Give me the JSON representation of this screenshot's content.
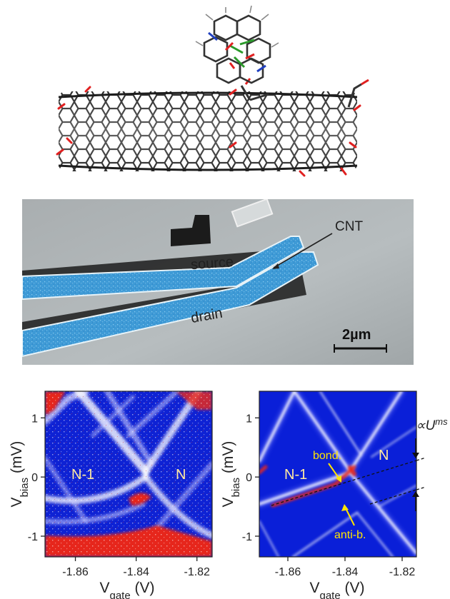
{
  "sem": {
    "cnt_label": "CNT",
    "source_label": "source",
    "drain_label": "drain",
    "scale_label": "2µm"
  },
  "plots": {
    "left": {
      "xlabel_main": "V",
      "xlabel_sub": "gate",
      "xlabel_unit": " (V)",
      "ylabel_main": "V",
      "ylabel_sub": "bias",
      "ylabel_unit": " (mV)",
      "region_left": "N-1",
      "region_right": "N"
    },
    "right": {
      "xlabel_main": "V",
      "xlabel_sub": "gate",
      "xlabel_unit": " (V)",
      "ylabel_main": "V",
      "ylabel_sub": "bias",
      "ylabel_unit": " (mV)",
      "region_left": "N-1",
      "region_right": "N",
      "annot_bonding": "bond.",
      "annot_antibonding": "anti-b.",
      "proportional_symbol": "∝U",
      "proportional_sup": "ms"
    }
  },
  "chart_data": {
    "type": "heatmap",
    "x_range": [
      -1.87,
      -1.815
    ],
    "y_range": [
      -1.35,
      1.45
    ],
    "x_ticks": [
      "-1.86",
      "-1.84",
      "-1.82"
    ],
    "x_tick_values": [
      -1.86,
      -1.84,
      -1.82
    ],
    "y_ticks": [
      "1",
      "0",
      "-1"
    ],
    "y_tick_values": [
      1,
      0,
      -1
    ],
    "colors": {
      "background": "#0a1fd8",
      "line": "#ffffff",
      "peak": "#e6281e",
      "annotation": "#ffe400"
    }
  }
}
